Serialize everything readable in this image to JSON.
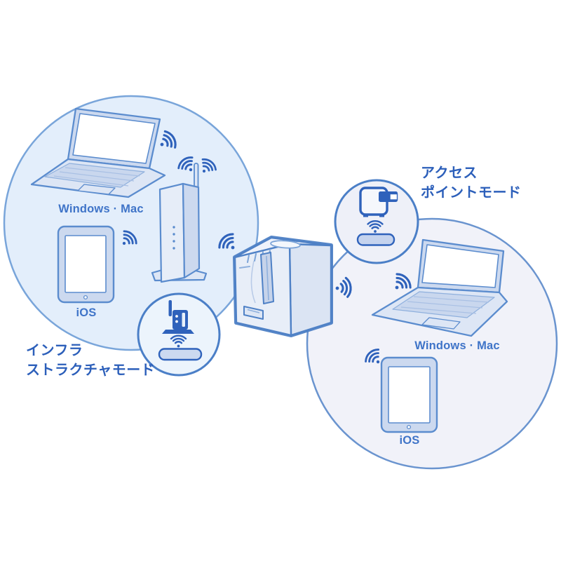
{
  "colors": {
    "accent_blue": "#2f62bb",
    "outline_blue": "#5b8cce",
    "left_circle_fill": "#e3eefb",
    "right_circle_fill": "#f1f2f9",
    "badge_circle_fill": "#ecf4fc",
    "label_text": "#3f74c8",
    "title_text": "#2c5fba"
  },
  "infrastructure_zone": {
    "title_line1": "インフラ",
    "title_line2": "ストラクチャモード",
    "laptop_label": "Windows · Mac",
    "tablet_label": "iOS",
    "devices": [
      "laptop",
      "tablet",
      "wireless-router"
    ],
    "badge_icon": "router-with-wifi"
  },
  "access_point_zone": {
    "title_line1": "アクセス",
    "title_line2": "ポイントモード",
    "laptop_label": "Windows · Mac",
    "tablet_label": "iOS",
    "devices": [
      "laptop",
      "tablet"
    ],
    "badge_icon": "label-printer-with-wifi"
  },
  "center_device": "label-printer"
}
